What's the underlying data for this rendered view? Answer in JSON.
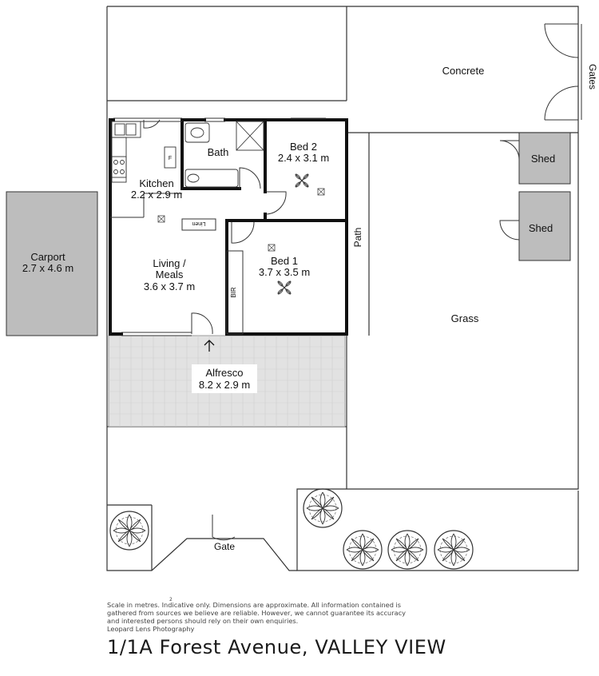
{
  "rooms": {
    "concrete": "Concrete",
    "gates": "Gates",
    "bath": "Bath",
    "bed2_name": "Bed 2",
    "bed2_dims": "2.4 x 3.1 m",
    "kitchen_name": "Kitchen",
    "kitchen_dims": "2.2 x 2.9 m",
    "fridge": "F",
    "linen": "Linen",
    "shed_upper": "Shed",
    "shed_lower": "Shed",
    "path": "Path",
    "carport_name": "Carport",
    "carport_dims": "2.7 x 4.6 m",
    "living_name": "Living /",
    "living_name2": "Meals",
    "living_dims": "3.6 x 3.7 m",
    "bed1_name": "Bed 1",
    "bed1_dims": "3.7 x 3.5 m",
    "bir": "BIR",
    "grass": "Grass",
    "alfresco_name": "Alfresco",
    "alfresco_dims": "8.2 x 2.9 m",
    "gate": "Gate"
  },
  "footer": {
    "superscript": "2",
    "line1": "Scale in metres. Indicative only. Dimensions are approximate. All information contained is",
    "line2": "gathered from sources we believe are reliable. However, we cannot guarantee its accuracy",
    "line3": "and interested persons should rely on their own enquiries.",
    "credit": "Leopard Lens Photography",
    "address": "1/1A Forest Avenue, VALLEY VIEW"
  },
  "colors": {
    "wall": "#111111",
    "outline": "#333333",
    "shed_fill": "#bdbdbd",
    "carport_fill": "#bdbdbd",
    "alfresco_fill": "#e2e2e2"
  },
  "icons": [
    "tree-icon",
    "ceiling-fan-icon",
    "arrow-up-icon",
    "door-swing-icon"
  ]
}
